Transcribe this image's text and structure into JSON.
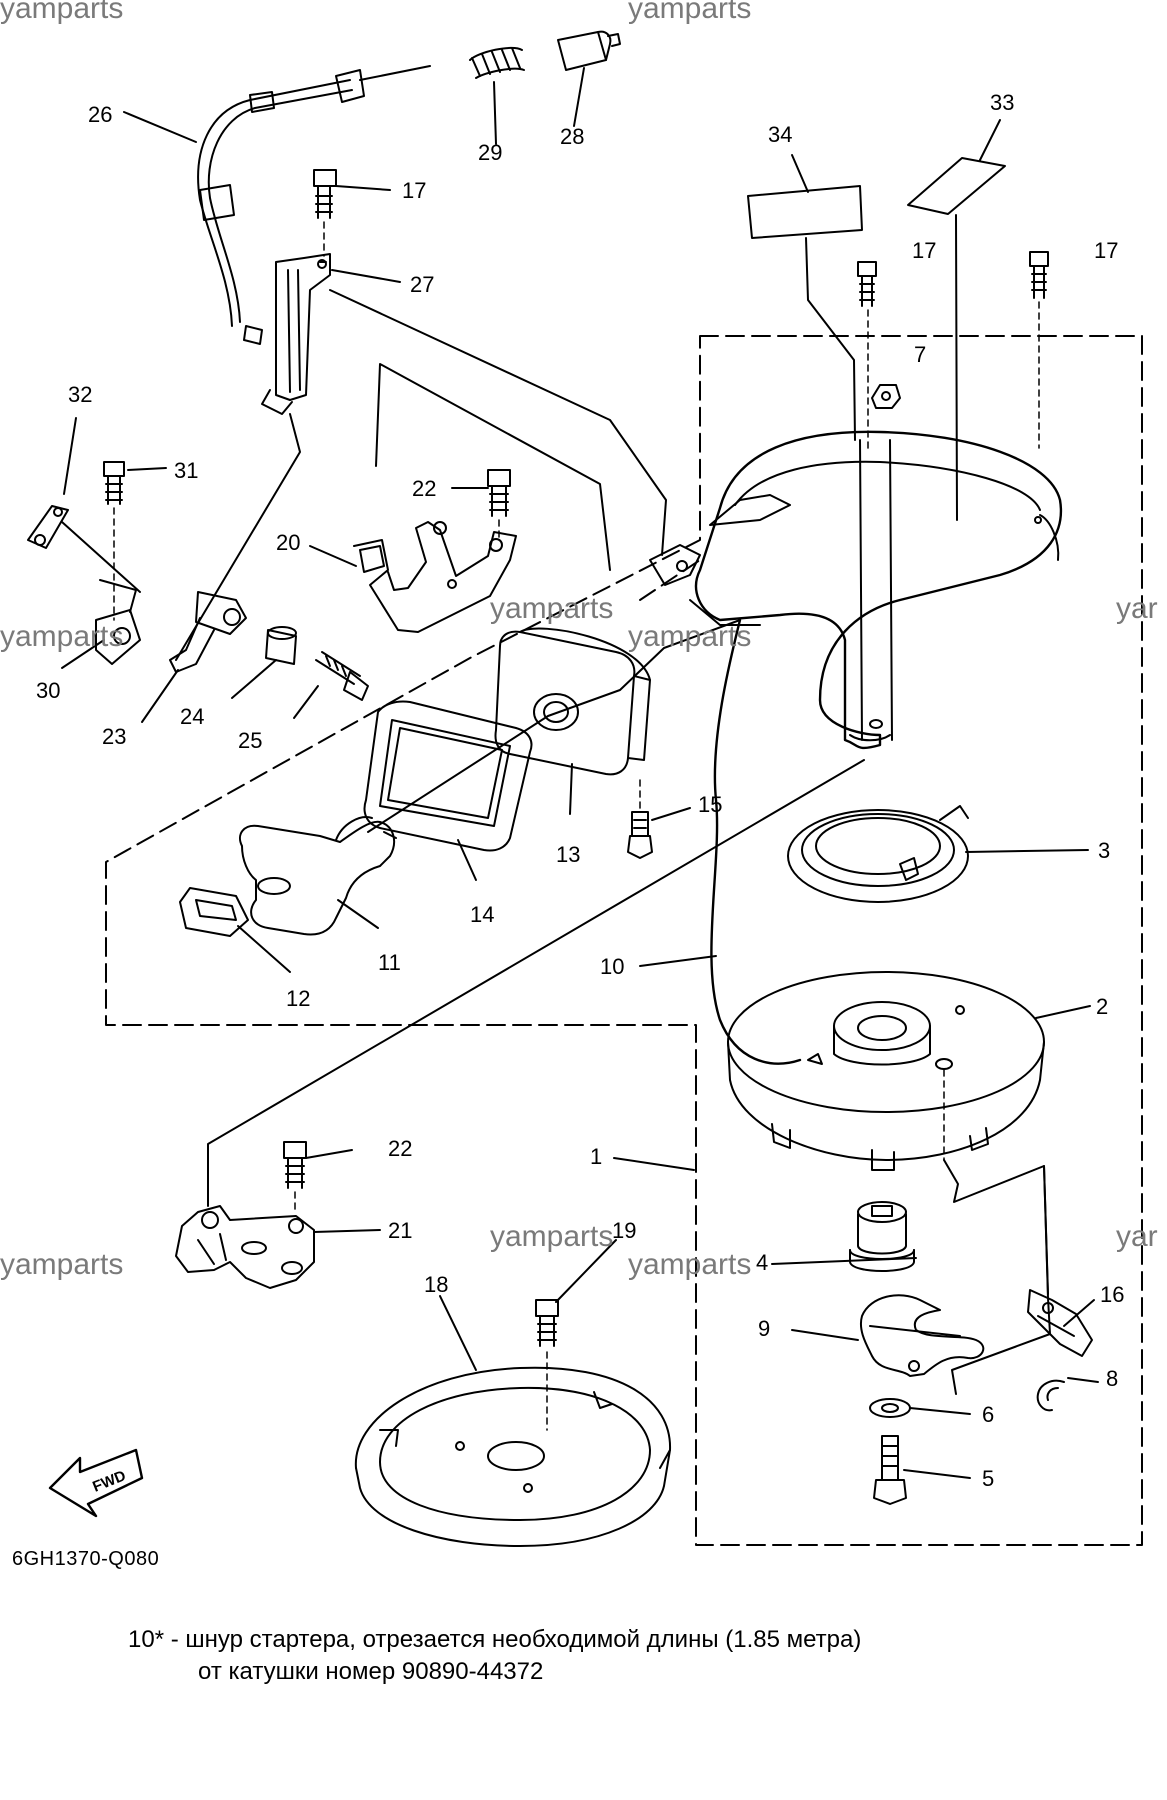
{
  "watermark": "yamparts",
  "watermark_partial": "yar",
  "fwd_label": "FWD",
  "drawing_code": "6GH1370-Q080",
  "note": {
    "line1": "10* - шнур стартера, отрезается необходимой длины (1.85 метра)",
    "line2": "от катушки номер 90890-44372"
  },
  "part_numbers": {
    "p1": "1",
    "p2": "2",
    "p3": "3",
    "p4": "4",
    "p5": "5",
    "p6": "6",
    "p7": "7",
    "p8": "8",
    "p9": "9",
    "p10": "10",
    "p11": "11",
    "p12": "12",
    "p13": "13",
    "p14": "14",
    "p15": "15",
    "p16": "16",
    "p17": "17",
    "p18": "18",
    "p19": "19",
    "p20": "20",
    "p21": "21",
    "p22": "22",
    "p23": "23",
    "p24": "24",
    "p25": "25",
    "p26": "26",
    "p27": "27",
    "p28": "28",
    "p29": "29",
    "p30": "30",
    "p31": "31",
    "p32": "32",
    "p33": "33",
    "p34": "34"
  }
}
